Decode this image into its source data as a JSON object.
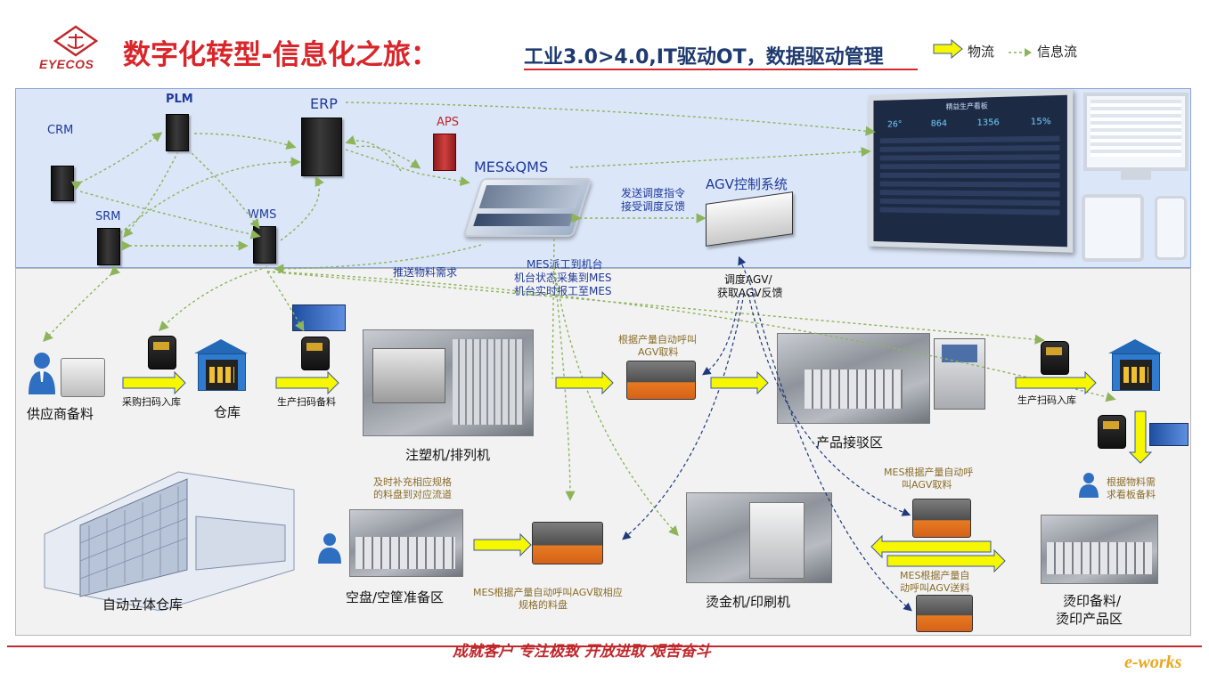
{
  "header": {
    "logo_text": "EYECOS",
    "title": "数字化转型-信息化之旅：",
    "subtitle": "工业3.0>4.0,IT驱动OT，数据驱动管理",
    "legend": {
      "material_flow": "物流",
      "info_flow": "信息流",
      "material_color": "#f7f700",
      "info_color": "#8db45a"
    }
  },
  "systems": {
    "crm": "CRM",
    "plm": "PLM",
    "erp": "ERP",
    "aps": "APS",
    "mes_qms": "MES&QMS",
    "srm": "SRM",
    "wms": "WMS",
    "agv_control": "AGV控制系统"
  },
  "labels": {
    "dispatch_line1": "发送调度指令",
    "dispatch_line2": "接受调度反馈",
    "push_material": "推送物料需求",
    "mes_line1": "MES派工到机台",
    "mes_line2": "机台状态采集到MES",
    "mes_line3": "机台实时报工至MES",
    "agv_schedule_line1": "调度AGV/",
    "agv_schedule_line2": "获取AGV反馈",
    "supplier": "供应商备料",
    "purchase_scan": "采购扫码入库",
    "warehouse": "仓库",
    "production_scan": "生产扫码备料",
    "injection": "注塑机/排列机",
    "agv_call1_line1": "根据产量自动呼叫",
    "agv_call1_line2": "AGV取料",
    "product_transfer": "产品接驳区",
    "production_scan_in": "生产扫码入库",
    "demand_line1": "根据物料需",
    "demand_line2": "求看板备料",
    "auto_warehouse": "自动立体仓库",
    "replenish_line1": "及时补充相应规格",
    "replenish_line2": "的料盘到对应流道",
    "empty_area": "空盘/空筐准备区",
    "agv_spec_line1": "MES根据产量自动呼叫AGV取相应",
    "agv_spec_line2": "规格的料盘",
    "hot_stamp": "烫金机/印刷机",
    "mes_agv_take_line1": "MES根据产量自动呼",
    "mes_agv_take_line2": "叫AGV取料",
    "mes_agv_send_line1": "MES根据产量自",
    "mes_agv_send_line2": "动呼叫AGV送料",
    "stamp_prep_line1": "烫印备料/",
    "stamp_prep_line2": "烫印产品区"
  },
  "dashboard": {
    "header": "精益生产看板",
    "kpi1": "26°",
    "kpi2": "864",
    "kpi3": "1356",
    "kpi4": "15%"
  },
  "footer": {
    "slogan": "成就客户 专注极致 开放进取 艰苦奋斗",
    "watermark": "e-works"
  }
}
